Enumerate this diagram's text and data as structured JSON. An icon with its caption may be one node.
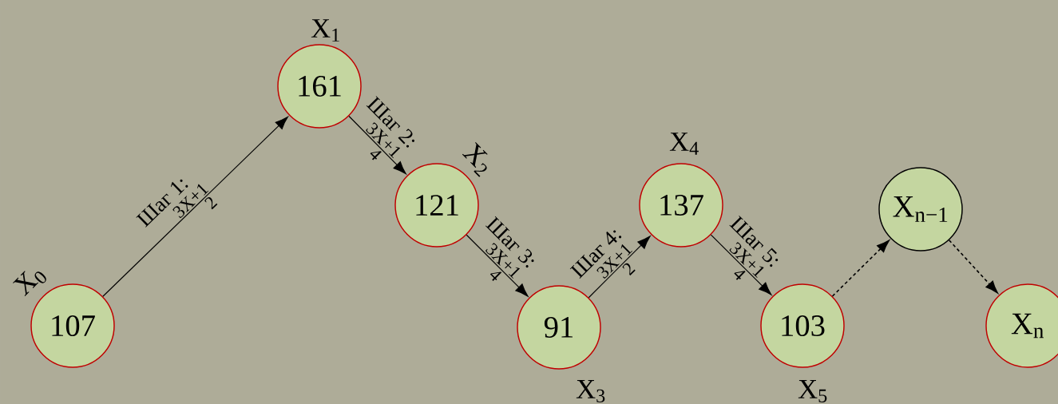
{
  "diagram": {
    "nodes": [
      {
        "text": [
          "107"
        ],
        "beside": [
          "X$_{0}$"
        ]
      },
      {
        "text": [
          "161"
        ],
        "beside": [
          "X$_{1}$"
        ]
      },
      {
        "text": [
          "121"
        ],
        "beside": [
          "X$_{2}$"
        ]
      },
      {
        "text": [
          "91"
        ],
        "beside": [
          "X$_{3}$"
        ]
      },
      {
        "text": [
          "137"
        ],
        "beside": [
          "X$_{4}$"
        ]
      },
      {
        "text": [
          "103"
        ],
        "beside": [
          "X$_{5}$"
        ]
      },
      {
        "text": [
          "X$_{n−1}$"
        ]
      },
      {
        "text": [
          "X$_{n}$"
        ]
      }
    ],
    "edges": [
      {
        "from": 0,
        "to": 1,
        "arrow": "to",
        "label": "Шаг 1:"
      },
      {
        "from": 1,
        "to": 2,
        "arrow": "to",
        "label": "Шаг 2:"
      },
      {
        "from": 2,
        "to": 3,
        "arrow": "to",
        "label": "Шаг 3:"
      },
      {
        "from": 3,
        "to": 4,
        "arrow": "to",
        "label": "Шаг 4:"
      },
      {
        "from": 4,
        "to": 5,
        "arrow": "to",
        "label": "Шаг 5:"
      },
      {
        "from": 5,
        "to": 6,
        "arrow": "to",
        "style": "dashed"
      },
      {
        "from": 6,
        "to": 7,
        "arrow": "to",
        "style": "dashed"
      }
    ],
    "labels": [
      "3X+1",
      "2",
      "3X+1",
      "4",
      "3X+1",
      "4",
      "3X+1",
      "2",
      "3X+1",
      "4"
    ]
  }
}
